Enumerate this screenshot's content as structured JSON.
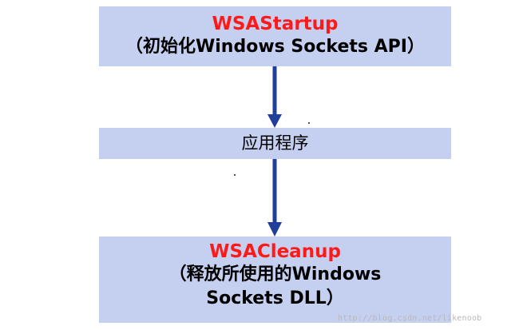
{
  "startup": {
    "title": "WSAStartup",
    "subtitle": "（初始化Windows Sockets API）"
  },
  "application": {
    "label": "应用程序"
  },
  "cleanup": {
    "title": "WSACleanup",
    "subtitle_line1": "（释放所使用的Windows",
    "subtitle_line2": "Sockets DLL）"
  },
  "watermark": "http://blog.csdn.net/likenoob",
  "colors": {
    "box_fill": "#c5cff0",
    "title_red": "#ff1a1a",
    "arrow_blue": "#1f3f99"
  }
}
